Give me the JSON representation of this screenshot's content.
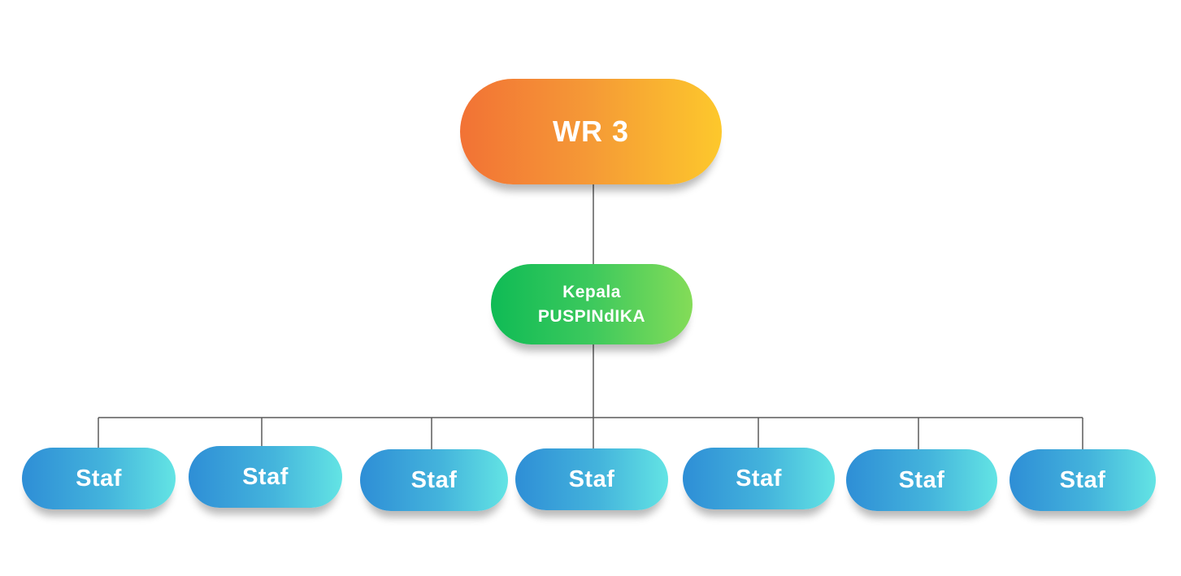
{
  "chart_data": {
    "type": "org-chart",
    "title": "",
    "nodes": [
      {
        "id": "wr3",
        "label": "WR 3",
        "level": 0,
        "color": "#f59a36"
      },
      {
        "id": "kepala",
        "label_lines": [
          "Kepala",
          "PUSPINdIKA"
        ],
        "level": 1,
        "parent": "wr3",
        "color": "#3dc95d"
      },
      {
        "id": "staf1",
        "label": "Staf",
        "level": 2,
        "parent": "kepala",
        "color": "#44b4dc"
      },
      {
        "id": "staf2",
        "label": "Staf",
        "level": 2,
        "parent": "kepala",
        "color": "#44b4dc"
      },
      {
        "id": "staf3",
        "label": "Staf",
        "level": 2,
        "parent": "kepala",
        "color": "#44b4dc"
      },
      {
        "id": "staf4",
        "label": "Staf",
        "level": 2,
        "parent": "kepala",
        "color": "#44b4dc"
      },
      {
        "id": "staf5",
        "label": "Staf",
        "level": 2,
        "parent": "kepala",
        "color": "#44b4dc"
      },
      {
        "id": "staf6",
        "label": "Staf",
        "level": 2,
        "parent": "kepala",
        "color": "#44b4dc"
      },
      {
        "id": "staf7",
        "label": "Staf",
        "level": 2,
        "parent": "kepala",
        "color": "#44b4dc"
      }
    ]
  },
  "root": {
    "label": "WR 3"
  },
  "head": {
    "line1": "Kepala",
    "line2": "PUSPINdIKA"
  },
  "staff": [
    {
      "label": "Staf"
    },
    {
      "label": "Staf"
    },
    {
      "label": "Staf"
    },
    {
      "label": "Staf"
    },
    {
      "label": "Staf"
    },
    {
      "label": "Staf"
    },
    {
      "label": "Staf"
    }
  ],
  "colors": {
    "connector": "#5a5a5a",
    "root_gradient": [
      "#f27235",
      "#fdc82c"
    ],
    "head_gradient": [
      "#0fbb55",
      "#84dc58"
    ],
    "staff_gradient": [
      "#2e8ed6",
      "#63e4e4"
    ]
  }
}
